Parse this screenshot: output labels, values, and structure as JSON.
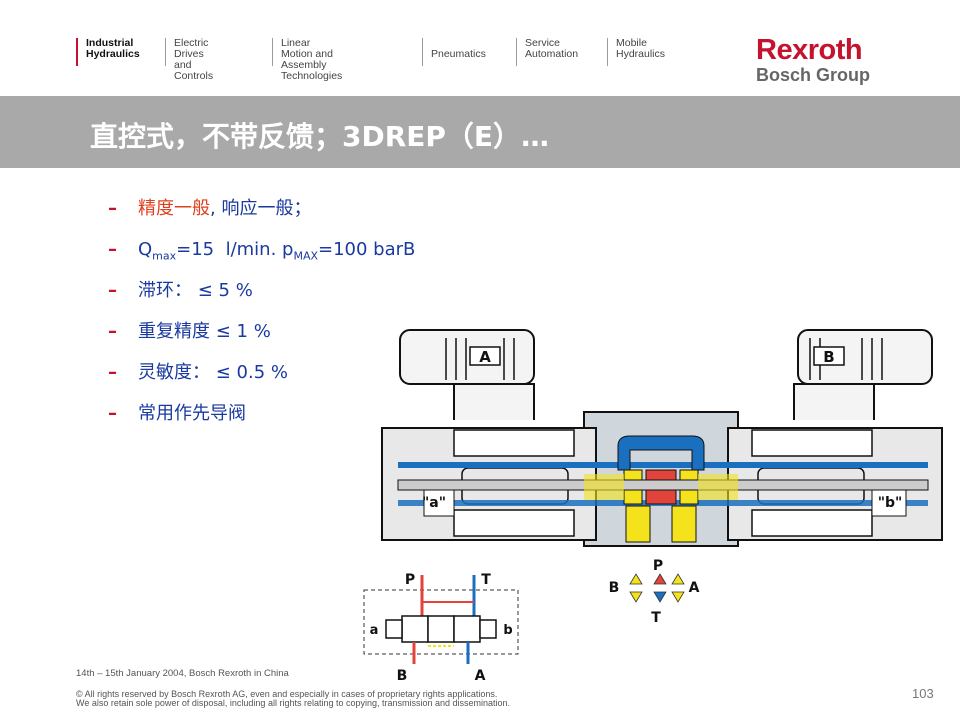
{
  "nav": [
    {
      "line1": "Industrial",
      "line2": "Hydraulics"
    },
    {
      "line1": "Electric Drives",
      "line2": "and Controls"
    },
    {
      "line1": "Linear Motion and",
      "line2": "Assembly Technologies"
    },
    {
      "line1": "Pneumatics",
      "line2": ""
    },
    {
      "line1": "Service",
      "line2": "Automation"
    },
    {
      "line1": "Mobile",
      "line2": "Hydraulics"
    }
  ],
  "logo": {
    "brand": "Rexroth",
    "group": "Bosch Group"
  },
  "title": "直控式，不带反馈；3DREP（E）…",
  "bullets": {
    "b1": {
      "dash": "–",
      "red": "精度一般",
      "rest": ", 响应一般；"
    },
    "b2": {
      "dash": "–",
      "q": "Q",
      "q_sub": "max",
      "q_val": "=15  l/min. p",
      "p_sub": "MAX",
      "p_val": "=100 barB"
    },
    "b3": {
      "dash": "–",
      "text": "滞环： ≤ 5 %"
    },
    "b4": {
      "dash": "–",
      "text": "重复精度 ≤ 1 %"
    },
    "b5": {
      "dash": "–",
      "text": "灵敏度： ≤ 0.5 %"
    },
    "b6": {
      "dash": "–",
      "text": "常用作先导阀"
    }
  },
  "diagram": {
    "solenoid_a": "A",
    "solenoid_b": "B",
    "end_a": "\"a\"",
    "end_b": "\"b\"",
    "symbol": {
      "p": "P",
      "t": "T",
      "a": "a",
      "b": "b",
      "port_b": "B",
      "port_a": "A"
    },
    "ports": {
      "p": "P",
      "b": "B",
      "a": "A",
      "t": "T"
    }
  },
  "footer": {
    "event": "14th – 15th January 2004, Bosch Rexroth in China",
    "copy1": "© All rights reserved by Bosch Rexroth AG, even and especially in cases of proprietary rights applications.",
    "copy2": "We also retain sole power of disposal, including all rights relating to copying, transmission and dissemination."
  },
  "page": "103"
}
